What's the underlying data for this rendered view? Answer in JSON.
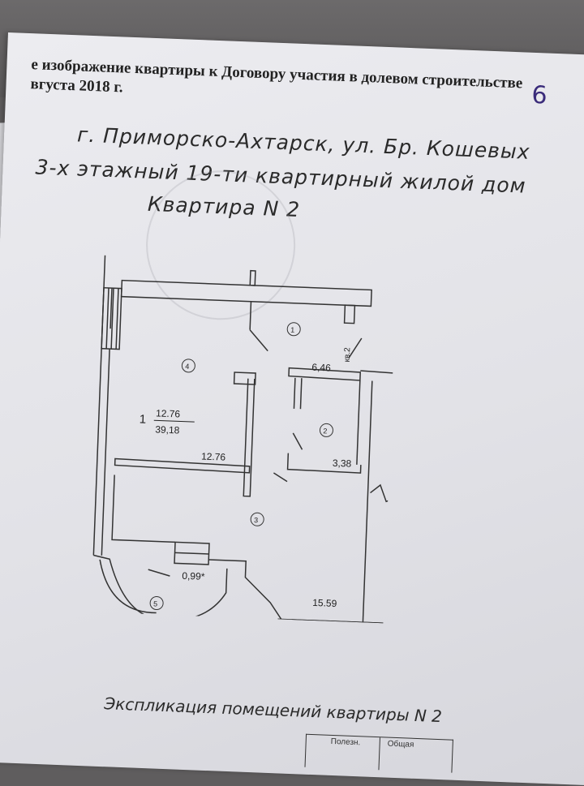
{
  "header": {
    "line1": "е изображение квартиры к Договору участия в долевом строительстве",
    "line2": "вгуста 2018 г.",
    "page_number": "6"
  },
  "handwritten": {
    "address": "г. Приморско-Ахтарск, ул. Бр. Кошевых",
    "building": "3-х этажный 19-ти квартирный жилой дом",
    "apartment": "Квартира N 2"
  },
  "plan": {
    "rooms": [
      {
        "n": "1",
        "area": "6,46"
      },
      {
        "n": "2",
        "area": "3,38"
      },
      {
        "n": "3",
        "area": "15.59"
      },
      {
        "n": "4",
        "area": "12.76"
      },
      {
        "n": "5",
        "area": "0,99*"
      }
    ],
    "apt_label": {
      "index": "1",
      "living": "12.76",
      "total": "39,18"
    },
    "neighbor": "кв.2"
  },
  "explication": {
    "title": "Экспликация помещений квартиры N 2",
    "col1": "Полезн.",
    "col2": "Общая"
  }
}
